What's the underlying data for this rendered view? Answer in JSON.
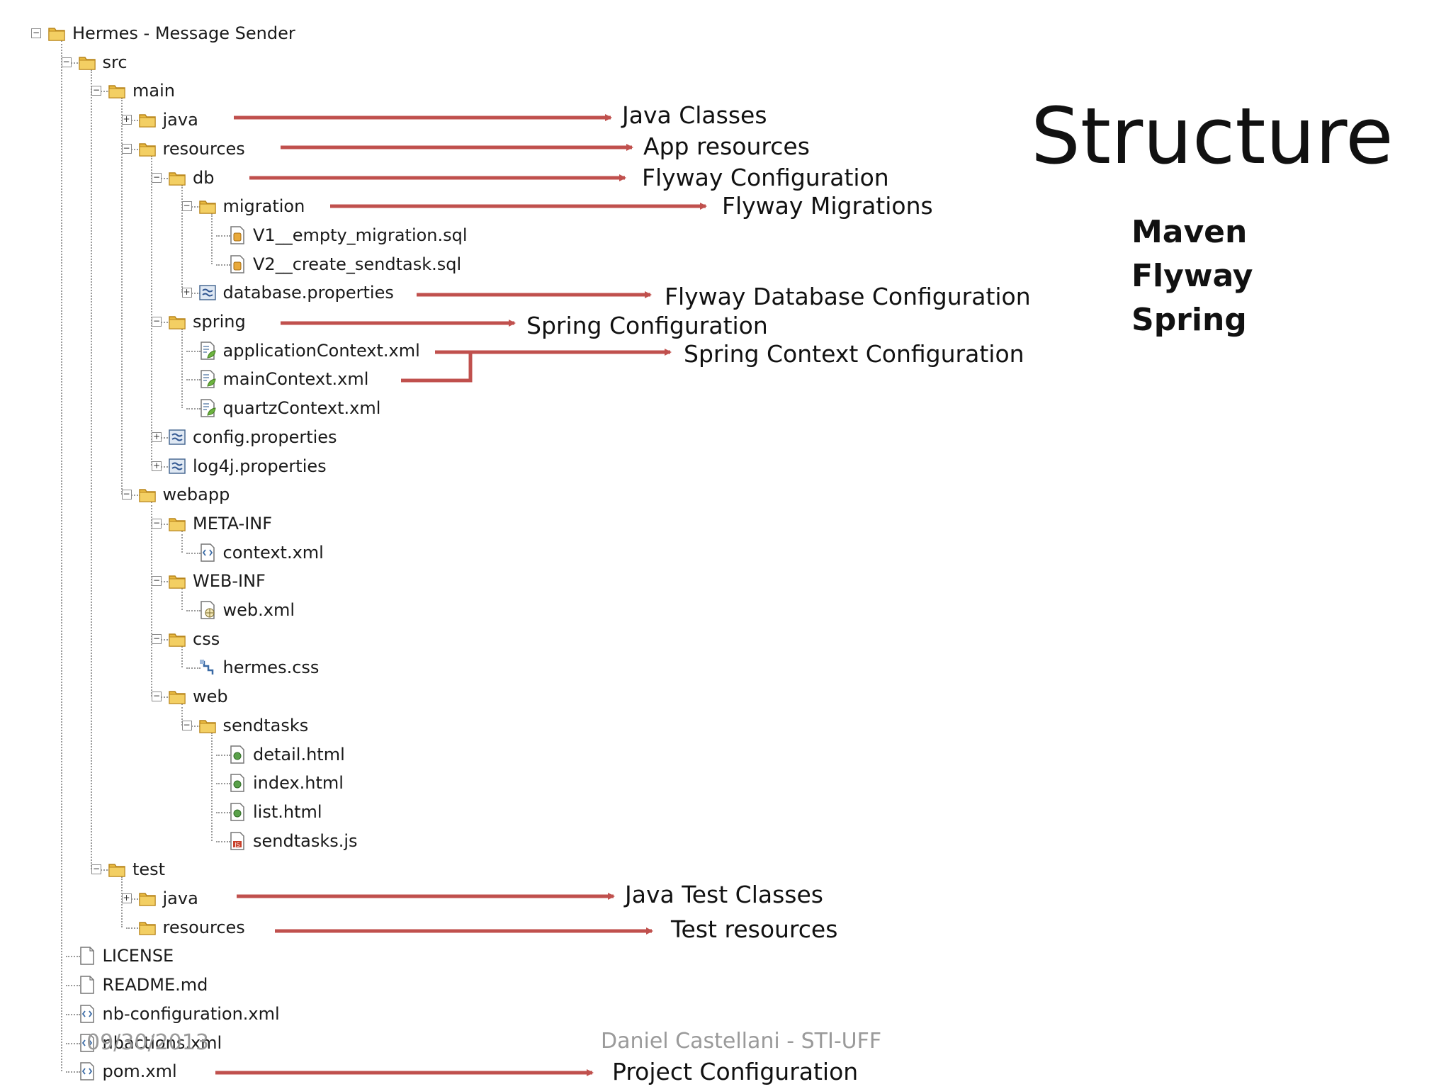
{
  "slide": {
    "title": "Structure",
    "keywords": [
      "Maven",
      "Flyway",
      "Spring"
    ],
    "footer_date": "09/30/2013",
    "footer_author": "Daniel Castellani - STI-UFF"
  },
  "tree": [
    {
      "label": "Hermes - Message Sender",
      "icon": "folder-icon",
      "toggle": "minus"
    },
    {
      "label": "src",
      "icon": "folder-icon",
      "toggle": "minus"
    },
    {
      "label": "main",
      "icon": "folder-icon",
      "toggle": "minus"
    },
    {
      "label": "java",
      "icon": "folder-icon",
      "toggle": "plus"
    },
    {
      "label": "resources",
      "icon": "folder-icon",
      "toggle": "minus"
    },
    {
      "label": "db",
      "icon": "folder-icon",
      "toggle": "minus"
    },
    {
      "label": "migration",
      "icon": "folder-icon",
      "toggle": "minus"
    },
    {
      "label": "V1__empty_migration.sql",
      "icon": "sql-file-icon",
      "toggle": "none"
    },
    {
      "label": "V2__create_sendtask.sql",
      "icon": "sql-file-icon",
      "toggle": "none"
    },
    {
      "label": "database.properties",
      "icon": "properties-file-icon",
      "toggle": "plus"
    },
    {
      "label": "spring",
      "icon": "folder-icon",
      "toggle": "minus"
    },
    {
      "label": "applicationContext.xml",
      "icon": "spring-xml-icon",
      "toggle": "none"
    },
    {
      "label": "mainContext.xml",
      "icon": "spring-xml-icon",
      "toggle": "none"
    },
    {
      "label": "quartzContext.xml",
      "icon": "spring-xml-icon",
      "toggle": "none"
    },
    {
      "label": "config.properties",
      "icon": "properties-file-icon",
      "toggle": "plus"
    },
    {
      "label": "log4j.properties",
      "icon": "properties-file-icon",
      "toggle": "plus"
    },
    {
      "label": "webapp",
      "icon": "folder-icon",
      "toggle": "minus"
    },
    {
      "label": "META-INF",
      "icon": "folder-icon",
      "toggle": "minus"
    },
    {
      "label": "context.xml",
      "icon": "xml-file-icon",
      "toggle": "none"
    },
    {
      "label": "WEB-INF",
      "icon": "folder-icon",
      "toggle": "minus"
    },
    {
      "label": "web.xml",
      "icon": "web-xml-icon",
      "toggle": "none"
    },
    {
      "label": "css",
      "icon": "folder-icon",
      "toggle": "minus"
    },
    {
      "label": "hermes.css",
      "icon": "css-file-icon",
      "toggle": "none"
    },
    {
      "label": "web",
      "icon": "folder-icon",
      "toggle": "minus"
    },
    {
      "label": "sendtasks",
      "icon": "folder-icon",
      "toggle": "minus"
    },
    {
      "label": "detail.html",
      "icon": "html-file-icon",
      "toggle": "none"
    },
    {
      "label": "index.html",
      "icon": "html-file-icon",
      "toggle": "none"
    },
    {
      "label": "list.html",
      "icon": "html-file-icon",
      "toggle": "none"
    },
    {
      "label": "sendtasks.js",
      "icon": "js-file-icon",
      "toggle": "none"
    },
    {
      "label": "test",
      "icon": "folder-icon",
      "toggle": "minus"
    },
    {
      "label": "java",
      "icon": "folder-icon",
      "toggle": "plus"
    },
    {
      "label": "resources",
      "icon": "folder-icon",
      "toggle": "none"
    },
    {
      "label": "LICENSE",
      "icon": "blank-file-icon",
      "toggle": "none"
    },
    {
      "label": "README.md",
      "icon": "blank-file-icon",
      "toggle": "none"
    },
    {
      "label": "nb-configuration.xml",
      "icon": "xml-file-icon",
      "toggle": "none"
    },
    {
      "label": "nbactions.xml",
      "icon": "xml-file-icon",
      "toggle": "none"
    },
    {
      "label": "pom.xml",
      "icon": "xml-file-icon",
      "toggle": "none"
    }
  ],
  "annotations": [
    "Java Classes",
    "App resources",
    "Flyway Configuration",
    "Flyway Migrations",
    "Flyway Database Configuration",
    "Spring Configuration",
    "Spring Context Configuration",
    "Java Test Classes",
    "Test resources",
    "Project Configuration"
  ],
  "colors": {
    "arrow": "#c0504d",
    "folder": "#e8b940",
    "footer": "#9a9a9a"
  }
}
